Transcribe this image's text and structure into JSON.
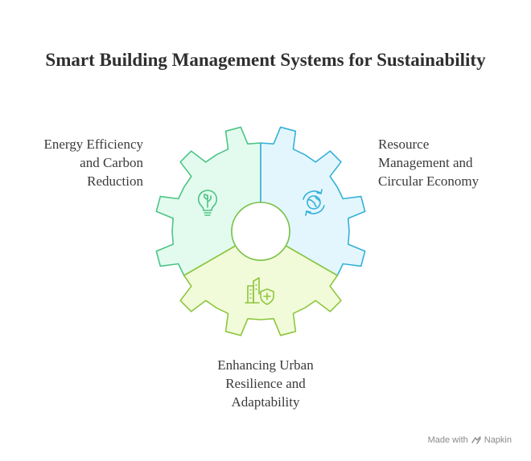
{
  "title": "Smart Building Management Systems for Sustainability",
  "segments": [
    {
      "lines": [
        "Energy Efficiency",
        "and Carbon",
        "Reduction"
      ],
      "icon": "lightbulb-leaf-icon",
      "fill": "#e3fbee",
      "stroke": "#4cc486"
    },
    {
      "lines": [
        "Resource",
        "Management and",
        "Circular Economy"
      ],
      "icon": "recycle-globe-icon",
      "fill": "#e4f6fd",
      "stroke": "#33b1d9"
    },
    {
      "lines": [
        "Enhancing Urban",
        "Resilience and",
        "Adaptability"
      ],
      "icon": "building-shield-icon",
      "fill": "#f2fbd9",
      "stroke": "#8cc63f"
    }
  ],
  "watermark": {
    "prefix": "Made with",
    "brand": "Napkin",
    "icon": "napkin-logo-icon",
    "color": "#8a8a8a"
  }
}
